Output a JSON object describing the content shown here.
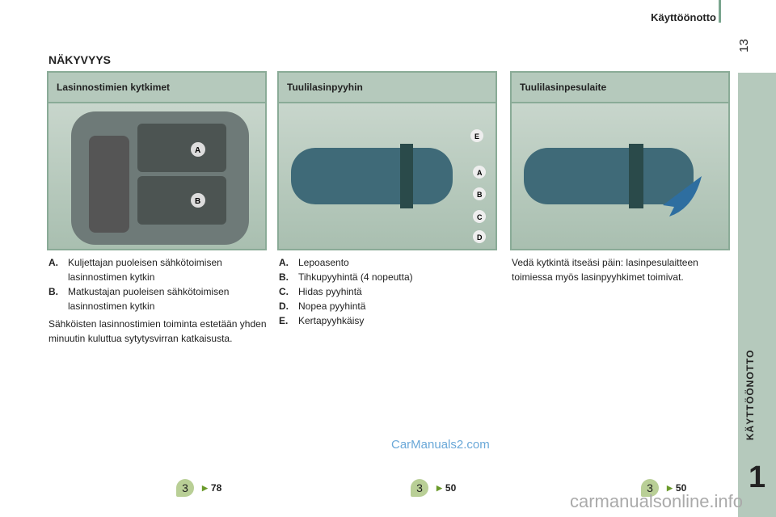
{
  "header": {
    "section": "Käyttöönotto",
    "page": "13"
  },
  "sidebar": {
    "label": "KÄYTTÖÖNOTTO",
    "chapter": "1"
  },
  "title": "NÄKYVYYS",
  "panels": [
    {
      "heading": "Lasinnostimien kytkimet",
      "items": [
        {
          "key": "A.",
          "text": "Kuljettajan puoleisen sähkötoimisen lasinnostimen kytkin"
        },
        {
          "key": "B.",
          "text": "Matkustajan puoleisen sähkötoimisen lasinnostimen kytkin"
        }
      ],
      "note": "Sähköisten lasinnostimien toiminta estetään yhden minuutin kuluttua sytytysvirran katkaisusta.",
      "ref": {
        "badge": "3",
        "page": "78"
      }
    },
    {
      "heading": "Tuulilasinpyyhin",
      "items": [
        {
          "key": "A.",
          "text": "Lepoasento"
        },
        {
          "key": "B.",
          "text": "Tihkupyyhintä (4 nopeutta)"
        },
        {
          "key": "C.",
          "text": "Hidas pyyhintä"
        },
        {
          "key": "D.",
          "text": "Nopea pyyhintä"
        },
        {
          "key": "E.",
          "text": "Kertapyyhkäisy"
        }
      ],
      "ref": {
        "badge": "3",
        "page": "50"
      }
    },
    {
      "heading": "Tuulilasinpesulaite",
      "note": "Vedä kytkintä itseäsi päin: lasinpesulaitteen toimiessa myös lasinpyyhkimet toimivat.",
      "ref": {
        "badge": "3",
        "page": "50"
      }
    }
  ],
  "watermarks": [
    "CarManuals2.com",
    "carmanualsonline.info"
  ]
}
